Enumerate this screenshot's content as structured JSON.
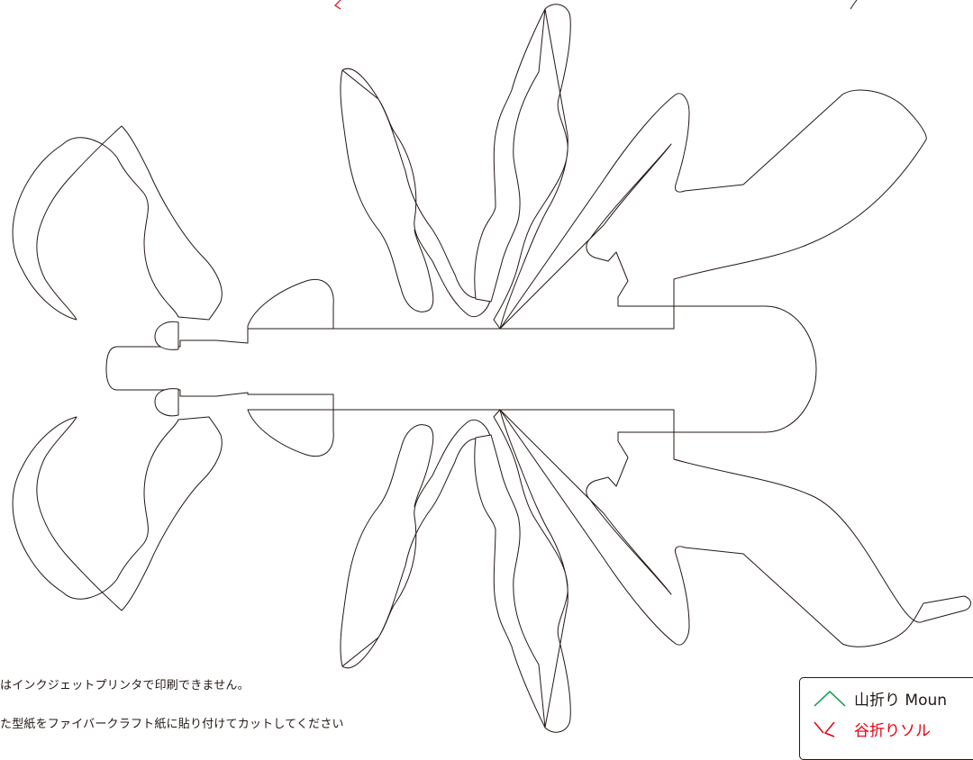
{
  "notes": [
    "はインクジェットプリンタで印刷できません。",
    "た型紙をファイバークラフト紙に貼り付けてカットしてください"
  ],
  "legend": {
    "mountain_label": "山折り Moun",
    "mountain_color": "#009944",
    "valley_label": "谷折りソル",
    "valley_color": "#e60012"
  },
  "colors": {
    "outline": "#231815",
    "top_fragment": "#e60012"
  }
}
